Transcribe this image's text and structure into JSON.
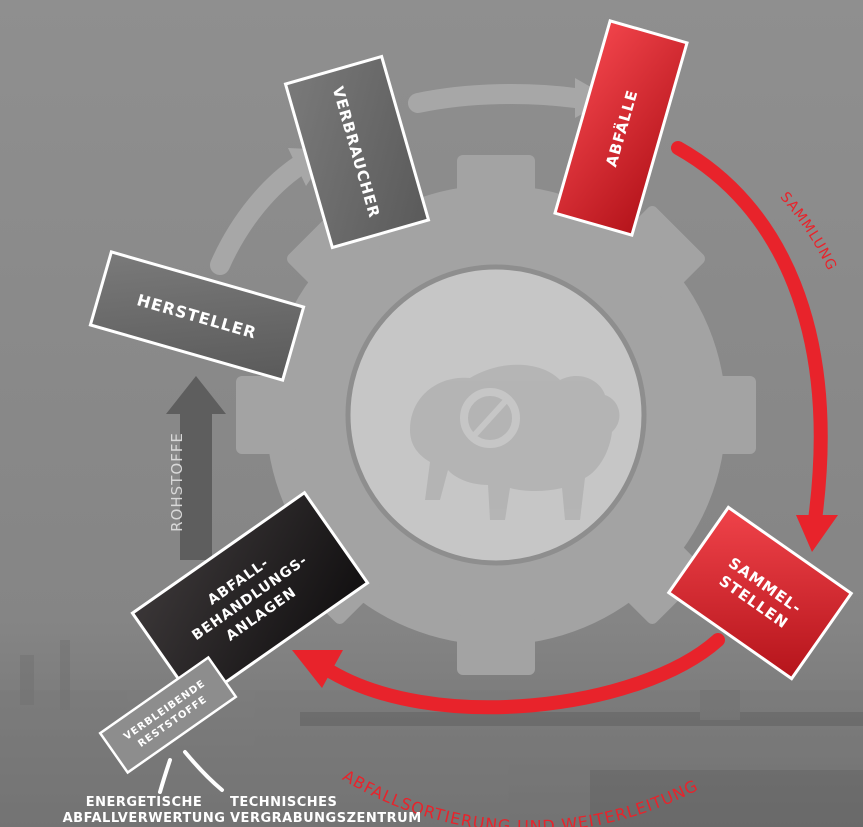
{
  "boxes": {
    "verbraucher": "VERBRAUCHER",
    "abfaelle": "ABFÄLLE",
    "hersteller": "HERSTELLER",
    "sammelstellen_1": "SAMMEL-",
    "sammelstellen_2": "STELLEN",
    "anlagen_1": "ABFALL-",
    "anlagen_2": "BEHANDLUNGS-",
    "anlagen_3": "ANLAGEN",
    "reststoffe_1": "VERBLEIBENDE",
    "reststoffe_2": "RESTSTOFFE"
  },
  "arrows": {
    "sammlung": "SAMMLUNG",
    "rohstoffe": "ROHSTOFFE",
    "sortierung": "ABFALLSORTIERUNG UND WEITERLEITUNG"
  },
  "footer": {
    "energetisch_1": "ENERGETISCHE",
    "energetisch_2": "ABFALLVERWERTUNG",
    "technisch_1": "TECHNISCHES",
    "technisch_2": "VERGRABUNGSZENTRUM"
  },
  "colors": {
    "background": "#8a8a8a",
    "gear": "#9d9d9d",
    "red": "#e8232b",
    "gray_box": "#6e6e6e",
    "dark_box": "#1e1b1c"
  }
}
